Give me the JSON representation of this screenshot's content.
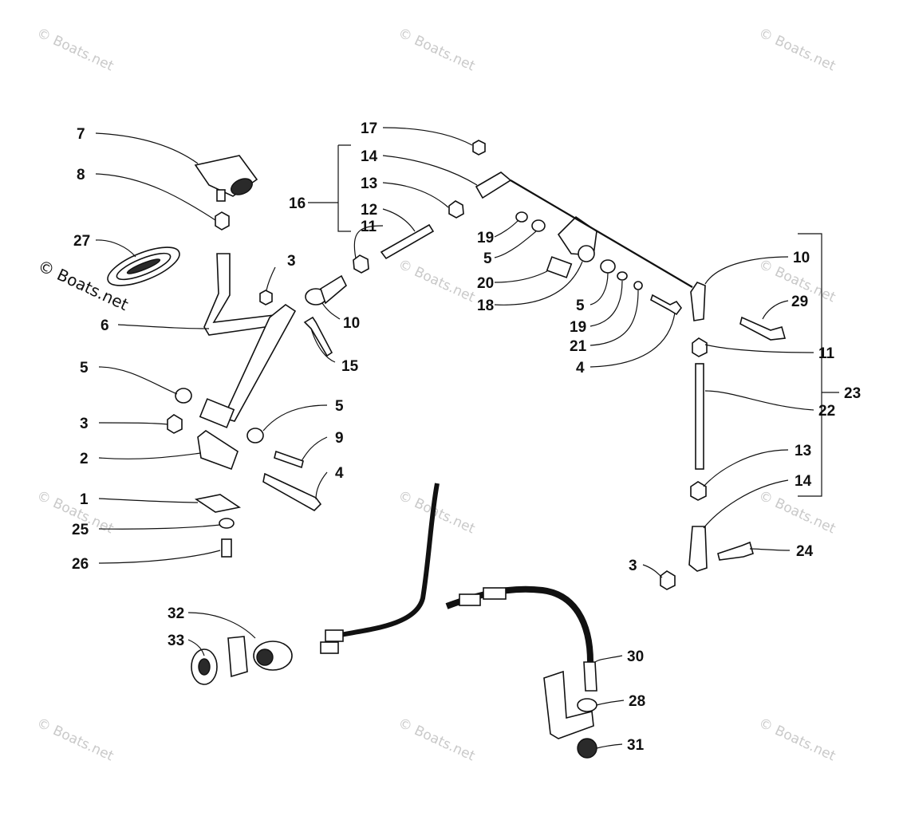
{
  "watermark": "© Boats.net",
  "labels": {
    "p1": "1",
    "p2": "2",
    "p3a": "3",
    "p3b": "3",
    "p3c": "3",
    "p4a": "4",
    "p4b": "4",
    "p5a": "5",
    "p5b": "5",
    "p5c": "5",
    "p5d": "5",
    "p6": "6",
    "p7": "7",
    "p8": "8",
    "p9": "9",
    "p10a": "10",
    "p10b": "10",
    "p11a": "11",
    "p11b": "11",
    "p12": "12",
    "p13a": "13",
    "p13b": "13",
    "p14a": "14",
    "p14b": "14",
    "p15": "15",
    "p16": "16",
    "p17": "17",
    "p18": "18",
    "p19a": "19",
    "p19b": "19",
    "p20": "20",
    "p21": "21",
    "p22": "22",
    "p23": "23",
    "p24": "24",
    "p25": "25",
    "p26": "26",
    "p27": "27",
    "p28": "28",
    "p29": "29",
    "p30": "30",
    "p31": "31",
    "p32": "32",
    "p33": "33"
  }
}
